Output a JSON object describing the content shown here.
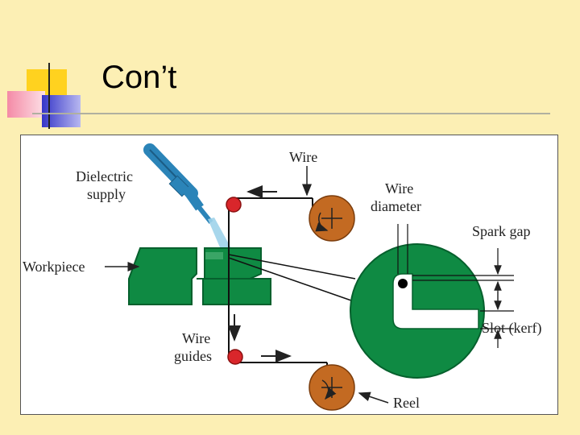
{
  "slide": {
    "title": "Con’t"
  },
  "diagram": {
    "labels": {
      "dielectric_line1": "Dielectric",
      "dielectric_line2": "supply",
      "wire": "Wire",
      "wire_diameter_line1": "Wire",
      "wire_diameter_line2": "diameter",
      "spark_gap": "Spark gap",
      "workpiece": "Workpiece",
      "slot_kerf": "Slot (kerf)",
      "wire_guides_line1": "Wire",
      "wire_guides_line2": "guides",
      "reel": "Reel"
    },
    "colors": {
      "workpiece_green": "#0f8a43",
      "reel_brown": "#c36a22",
      "guide_red": "#d9262b",
      "nozzle_blue": "#2b84b8",
      "background": "#fcefb4",
      "deco_yellow": "#ffd21f",
      "deco_pink": "#f2a0b4",
      "deco_blue": "#4040cc"
    }
  }
}
